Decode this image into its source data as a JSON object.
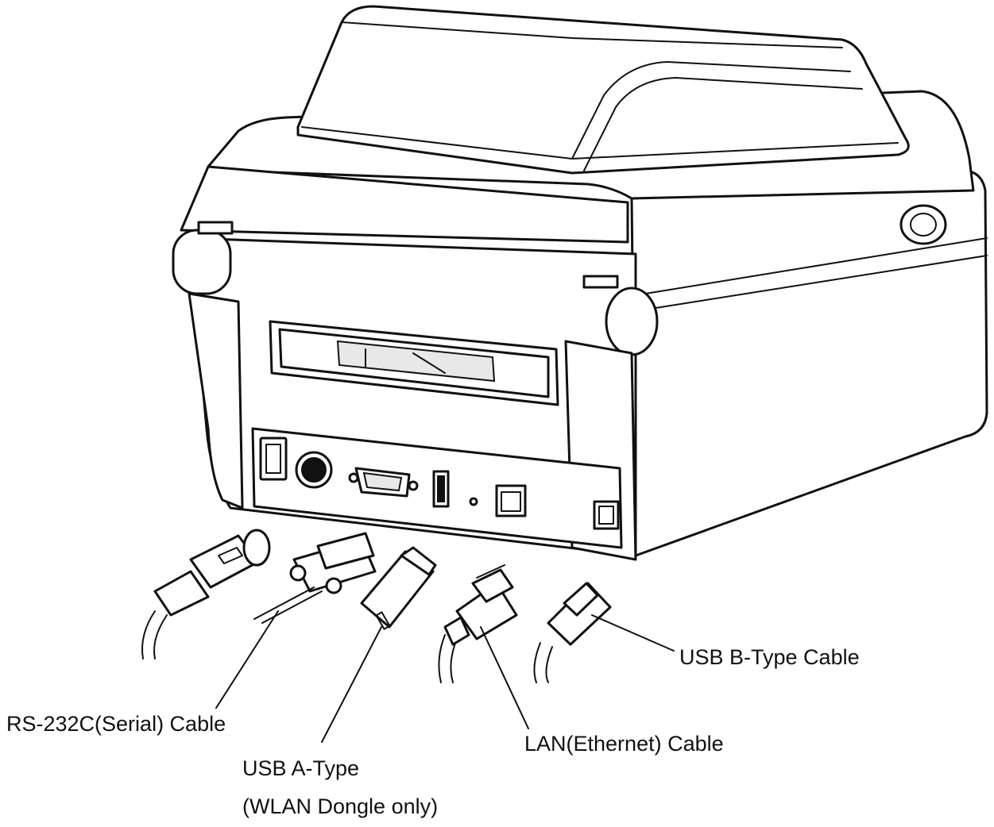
{
  "diagram": {
    "labels": {
      "serial_cable": "RS-232C(Serial) Cable",
      "usb_a_line1": "USB A-Type",
      "usb_a_line2": "(WLAN Dongle only)",
      "lan_cable": "LAN(Ethernet) Cable",
      "usb_b_cable": "USB B-Type Cable"
    },
    "colors": {
      "stroke": "#111111",
      "background": "#ffffff"
    }
  }
}
